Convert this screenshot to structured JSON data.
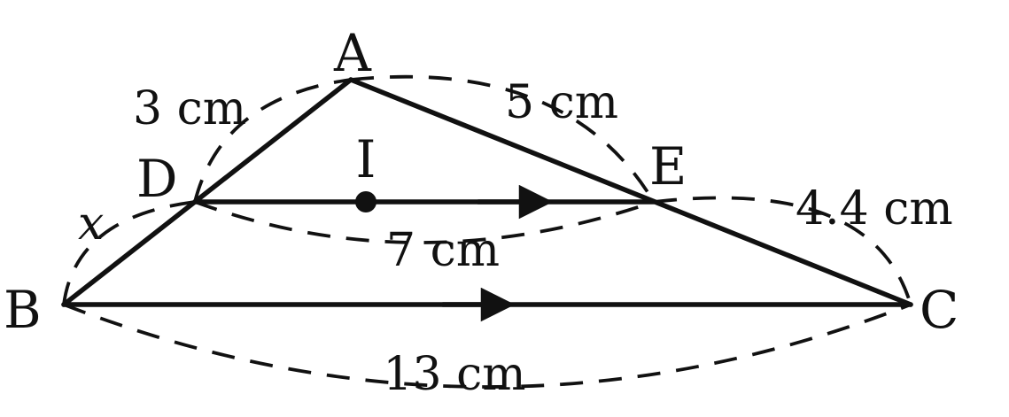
{
  "points": {
    "A": "A",
    "B": "B",
    "C": "C",
    "D": "D",
    "E": "E",
    "I": "I"
  },
  "measurements": {
    "AD": "3 cm",
    "AE": "5 cm",
    "DB": "x",
    "EC": "4.4 cm",
    "DE": "7 cm",
    "BC": "13 cm"
  }
}
